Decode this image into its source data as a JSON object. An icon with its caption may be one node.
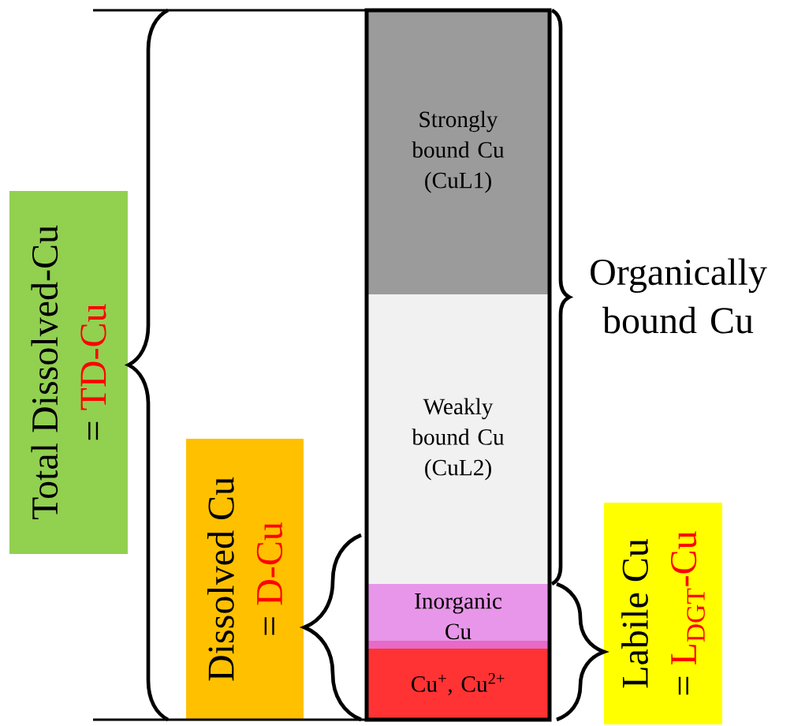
{
  "diagram": {
    "nodes": [
      {
        "text": [
          "Total Dissolved-Cu",
          "=",
          "TD-Cu"
        ]
      },
      {
        "text": [
          "Strongly bound Cu (CuL1)"
        ]
      },
      {
        "text": [
          "Organically bound Cu"
        ]
      },
      {
        "text": [
          "Weakly bound Cu (CuL2)"
        ]
      },
      {
        "text": [
          "Dissolved Cu",
          "=",
          "D-Cu"
        ]
      },
      {
        "text": [
          "Labile Cu",
          "=",
          "L$_{DGT}$-Cu"
        ]
      },
      {
        "text": [
          "Inorganic Cu"
        ]
      },
      {
        "text": [
          "Cu$^{+}$, Cu$^{2+}$"
        ]
      }
    ]
  }
}
